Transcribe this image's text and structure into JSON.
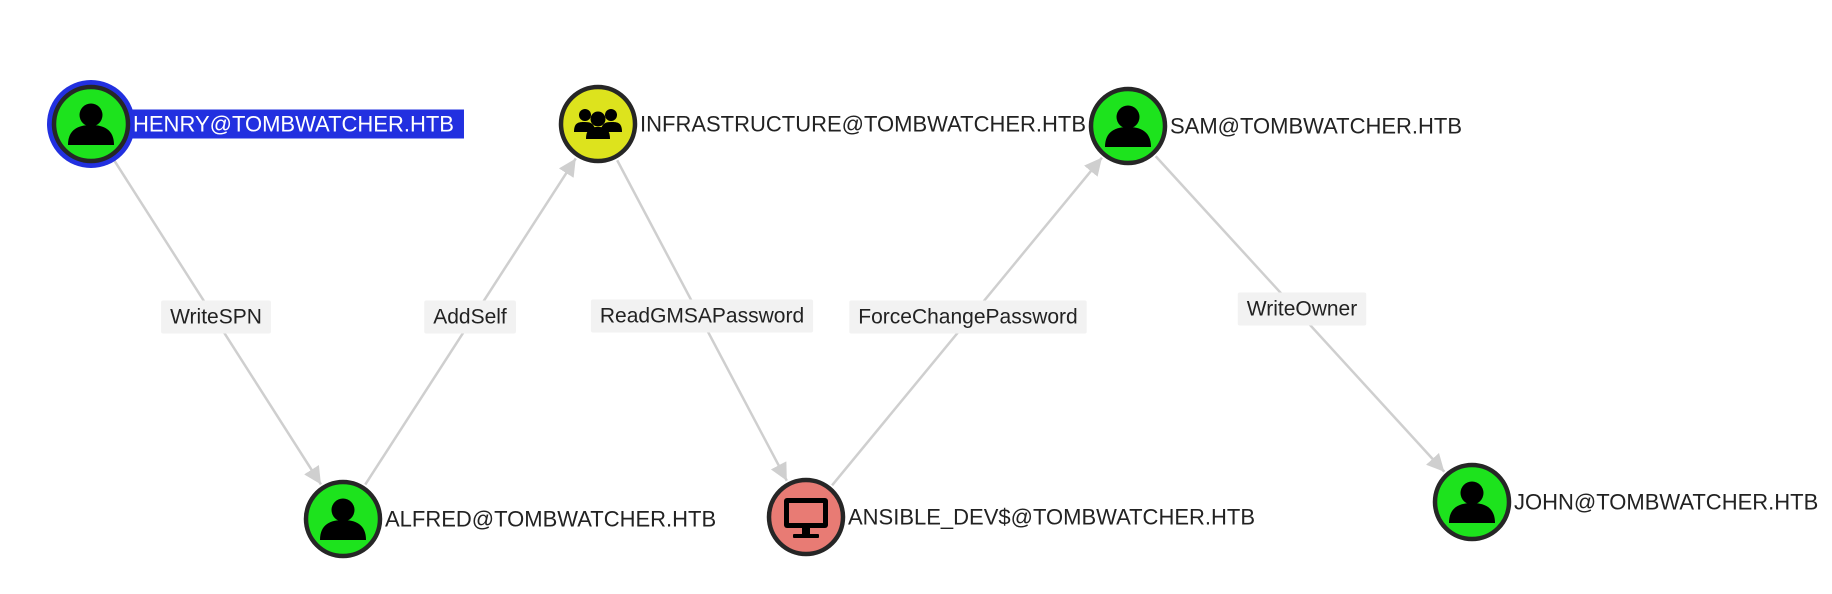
{
  "graph": {
    "nodes": [
      {
        "id": "henry",
        "label": "HENRY@TOMBWATCHER.HTB",
        "kind": "user",
        "icon": "user-icon",
        "color": "#1de31d",
        "selected": true,
        "selection_color": "#2230e0"
      },
      {
        "id": "alfred",
        "label": "ALFRED@TOMBWATCHER.HTB",
        "kind": "user",
        "icon": "user-icon",
        "color": "#1de31d"
      },
      {
        "id": "infrastructure",
        "label": "INFRASTRUCTURE@TOMBWATCHER.HTB",
        "kind": "group",
        "icon": "group-icon",
        "color": "#dde31d"
      },
      {
        "id": "ansible_dev",
        "label": "ANSIBLE_DEV$@TOMBWATCHER.HTB",
        "kind": "computer",
        "icon": "computer-icon",
        "color": "#e87b74"
      },
      {
        "id": "sam",
        "label": "SAM@TOMBWATCHER.HTB",
        "kind": "user",
        "icon": "user-icon",
        "color": "#1de31d"
      },
      {
        "id": "john",
        "label": "JOHN@TOMBWATCHER.HTB",
        "kind": "user",
        "icon": "user-icon",
        "color": "#1de31d"
      }
    ],
    "edges": [
      {
        "from": "henry",
        "to": "alfred",
        "label": "WriteSPN"
      },
      {
        "from": "alfred",
        "to": "infrastructure",
        "label": "AddSelf"
      },
      {
        "from": "infrastructure",
        "to": "ansible_dev",
        "label": "ReadGMSAPassword"
      },
      {
        "from": "ansible_dev",
        "to": "sam",
        "label": "ForceChangePassword"
      },
      {
        "from": "sam",
        "to": "john",
        "label": "WriteOwner"
      }
    ]
  }
}
